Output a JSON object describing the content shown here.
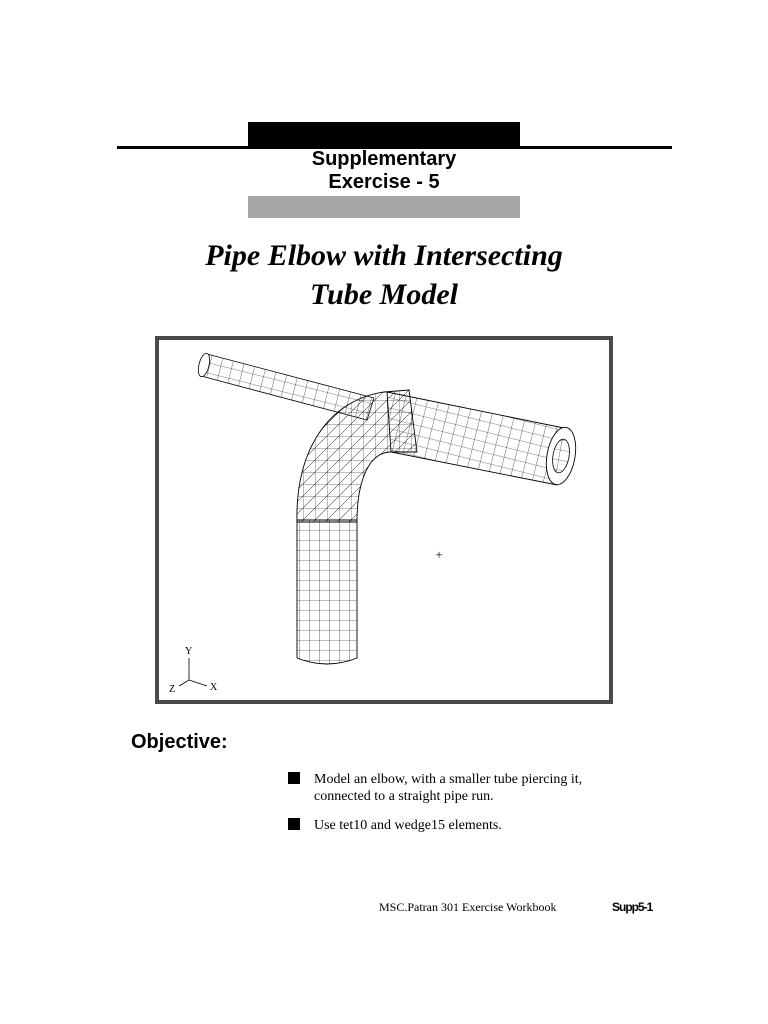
{
  "header": {
    "line1": "Supplementary",
    "line2": "Exercise - 5"
  },
  "title": {
    "line1": "Pipe Elbow with Intersecting",
    "line2": "Tube Model"
  },
  "figure": {
    "axis_y": "Y",
    "axis_z": "Z",
    "axis_x": "X",
    "marker": "+"
  },
  "objective": {
    "heading": "Objective:",
    "bullets": [
      "Model an elbow, with a smaller tube piercing it, connected to a straight pipe run.",
      "Use tet10 and wedge15 elements."
    ]
  },
  "footer": {
    "left": "MSC.Patran 301 Exercise Workbook",
    "right": "Supp5-1"
  }
}
